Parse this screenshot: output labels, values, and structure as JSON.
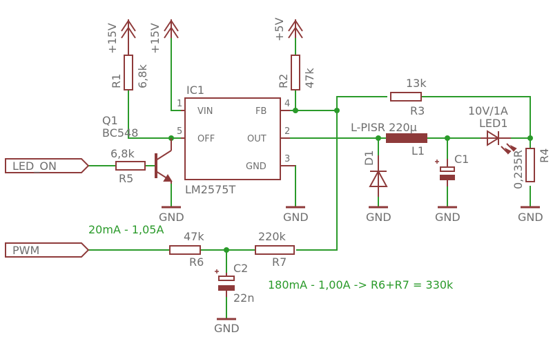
{
  "supplies": {
    "vcc1": "+15V",
    "vcc2": "+15V",
    "vcc3": "+5V"
  },
  "ic": {
    "name": "IC1",
    "value": "LM2575T",
    "pins": {
      "vin": "VIN",
      "vin_num": "1",
      "off": "OFF",
      "off_num": "5",
      "fb": "FB",
      "fb_num": "4",
      "out": "OUT",
      "out_num": "2",
      "gnd": "GND",
      "gnd_num": "3"
    }
  },
  "parts": {
    "r1_name": "R1",
    "r1_value": "6,8k",
    "r2_name": "R2",
    "r2_value": "47k",
    "r3_name": "R3",
    "r3_value": "13k",
    "r4_name": "R4",
    "r4_value": "0,235R",
    "r5_name": "R5",
    "r5_value": "6,8k",
    "r6_name": "R6",
    "r6_value": "47k",
    "r7_name": "R7",
    "r7_value": "220k",
    "q1_name": "Q1",
    "q1_value": "BC548",
    "l1_name": "L1",
    "l1_value": "L-PISR 220µ",
    "d1_name": "D1",
    "c1_name": "C1",
    "c2_name": "C2",
    "c2_value": "22n",
    "led1_name": "LED1",
    "led1_value": "10V/1A"
  },
  "grounds": {
    "gnd_q1": "GND",
    "gnd_ic": "GND",
    "gnd_d1": "GND",
    "gnd_c1": "GND",
    "gnd_r4": "GND",
    "gnd_c2": "GND"
  },
  "ports": {
    "led_on": "LED_ON",
    "pwm": "PWM"
  },
  "notes": {
    "note1": "20mA - 1,05A",
    "note2": "180mA - 1,00A -> R6+R7 = 330k"
  }
}
